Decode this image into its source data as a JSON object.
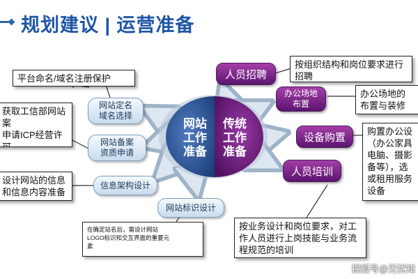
{
  "header": {
    "title": "规划建议 | 运营准备"
  },
  "center": {
    "left_text": [
      "网站",
      "工作",
      "准备"
    ],
    "right_text": [
      "传统",
      "工作",
      "准备"
    ],
    "left_color": "#2a4f8f",
    "right_color": "#6a1a78"
  },
  "left_nodes": {
    "domain": [
      "网站定名",
      "域名选择"
    ],
    "record": [
      "网站备案",
      "资质申请"
    ],
    "info_arch": "信息架构设计",
    "logo": "网站标识设计"
  },
  "left_notes": {
    "domain_protect": "平台命名/域名注册保护",
    "icp": [
      "获取工信部网站",
      "案",
      "申请ICP经营许可"
    ],
    "info": [
      "设计网站的信息",
      "和信息内容准备"
    ],
    "logo_note": [
      "在确定站名后，需设计网站",
      "LOGO标识和交互界面的重要元",
      "素"
    ]
  },
  "right_nodes": {
    "recruit": "人员招聘",
    "office": [
      "办公场地",
      "布置"
    ],
    "equipment": "设备购置",
    "training": "人员培训"
  },
  "right_notes": {
    "recruit_note": [
      "按组织结构和岗位要求进行",
      "招聘"
    ],
    "office_note": [
      "办公场地的",
      "布置与装修"
    ],
    "equipment_note": [
      "购置办公设",
      "（办公家具",
      "电脑、摄影",
      "备等），选",
      "或租用服务",
      "设备"
    ],
    "training_note": [
      "按业务设计和岗位要求，对工",
      "作人员进行上岗技能与业务流",
      "程规范的培训"
    ]
  },
  "watermark": "搜狐号@无忧知"
}
